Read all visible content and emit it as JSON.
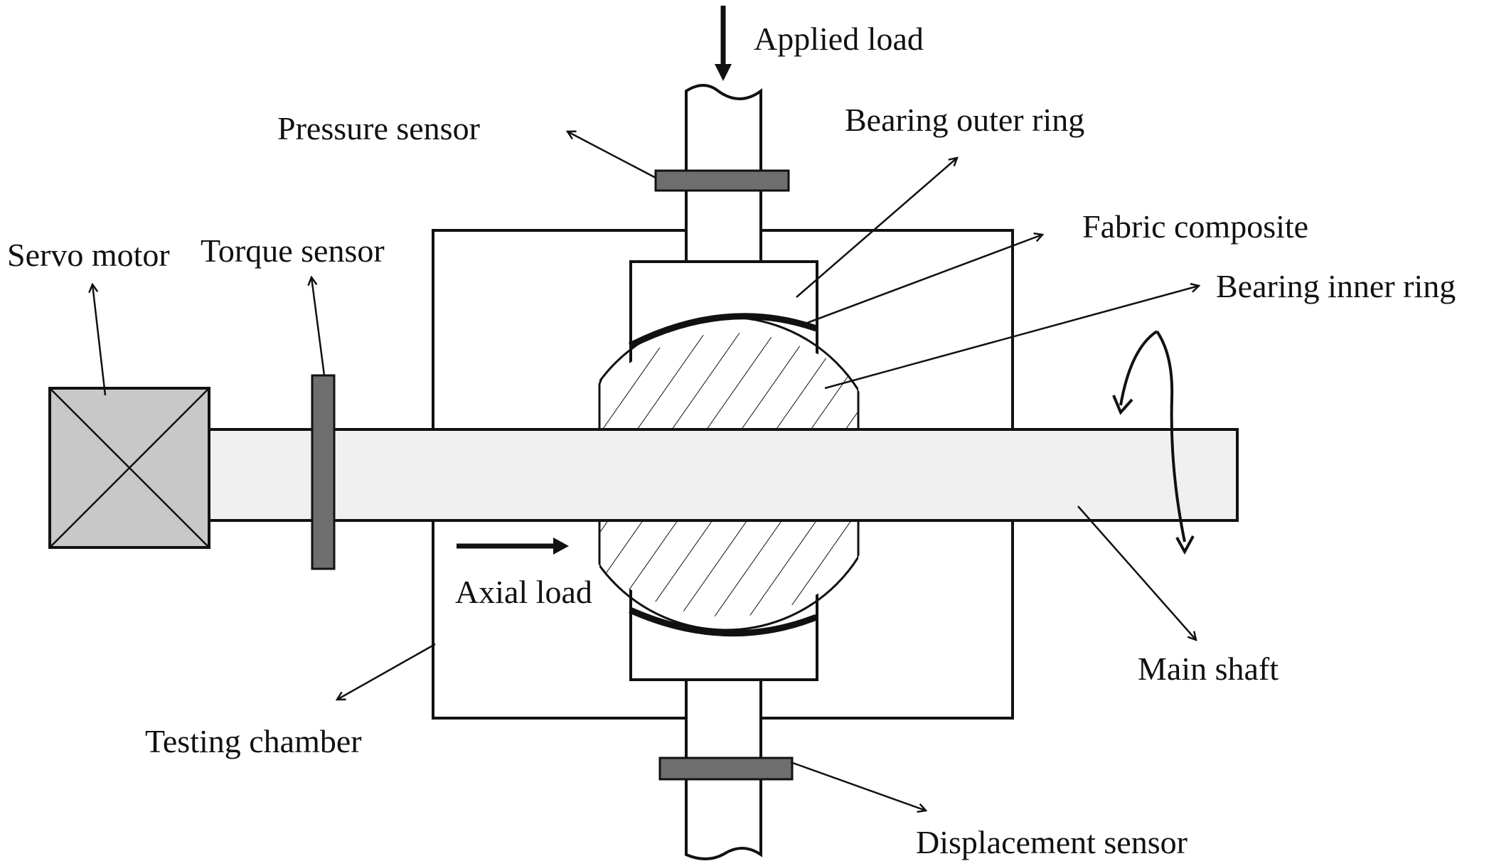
{
  "labels": {
    "applied_load": "Applied load",
    "pressure_sensor": "Pressure sensor",
    "bearing_outer_ring": "Bearing outer ring",
    "fabric_composite": "Fabric composite",
    "bearing_inner_ring": "Bearing inner ring",
    "servo_motor": "Servo motor",
    "torque_sensor": "Torque sensor",
    "axial_load": "Axial load",
    "main_shaft": "Main shaft",
    "testing_chamber": "Testing chamber",
    "displacement_sensor": "Displacement sensor"
  },
  "colors": {
    "line": "#111111",
    "motor_fill": "#c8c8c8",
    "sensor_fill": "#6e6e6e",
    "shaft_fill": "#f0f0f0",
    "background": "#ffffff"
  }
}
